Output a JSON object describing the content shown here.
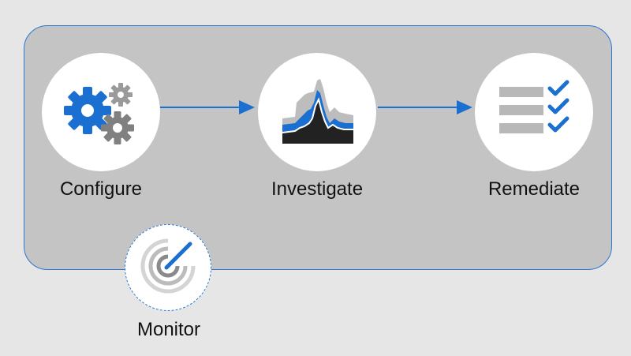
{
  "nodes": [
    {
      "id": "configure",
      "label": "Configure",
      "icon": "gears-icon"
    },
    {
      "id": "investigate",
      "label": "Investigate",
      "icon": "chart-peak-icon"
    },
    {
      "id": "remediate",
      "label": "Remediate",
      "icon": "checklist-icon"
    }
  ],
  "monitor": {
    "label": "Monitor",
    "icon": "radar-icon"
  },
  "colors": {
    "accent": "#1a6fd1",
    "panel": "#c4c4c4",
    "background": "#e6e6e6",
    "gear_gray": "#808080",
    "dark": "#222222"
  }
}
